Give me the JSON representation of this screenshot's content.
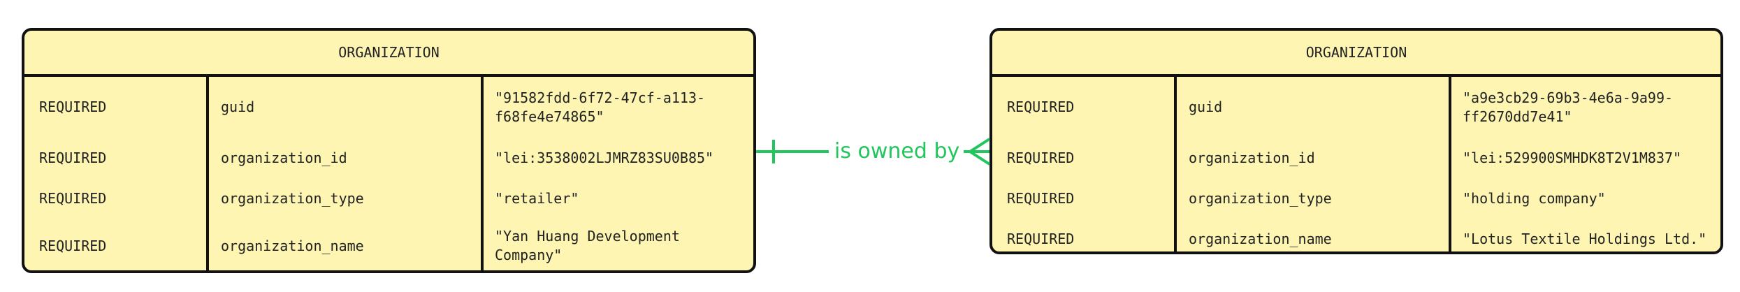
{
  "entities": {
    "left": {
      "title": "ORGANIZATION",
      "rows": [
        {
          "constraint": "REQUIRED",
          "field": "guid",
          "value": "\"91582fdd-6f72-47cf-a113-f68fe4e74865\""
        },
        {
          "constraint": "REQUIRED",
          "field": "organization_id",
          "value": "\"lei:3538002LJMRZ83SU0B85\""
        },
        {
          "constraint": "REQUIRED",
          "field": "organization_type",
          "value": "\"retailer\""
        },
        {
          "constraint": "REQUIRED",
          "field": "organization_name",
          "value": "\"Yan Huang Development Company\""
        }
      ]
    },
    "right": {
      "title": "ORGANIZATION",
      "rows": [
        {
          "constraint": "REQUIRED",
          "field": "guid",
          "value": "\"a9e3cb29-69b3-4e6a-9a99-ff2670dd7e41\""
        },
        {
          "constraint": "REQUIRED",
          "field": "organization_id",
          "value": "\"lei:529900SMHDK8T2V1M837\""
        },
        {
          "constraint": "REQUIRED",
          "field": "organization_type",
          "value": "\"holding company\""
        },
        {
          "constraint": "REQUIRED",
          "field": "organization_name",
          "value": "\"Lotus Textile Holdings Ltd.\""
        }
      ]
    }
  },
  "relationship": {
    "label": "is owned by",
    "color": "#22c55e",
    "from_cardinality": "exactly-one",
    "to_cardinality": "many"
  },
  "colors": {
    "entity_fill": "#fdf5b1",
    "border": "#111111",
    "text": "#222222"
  }
}
